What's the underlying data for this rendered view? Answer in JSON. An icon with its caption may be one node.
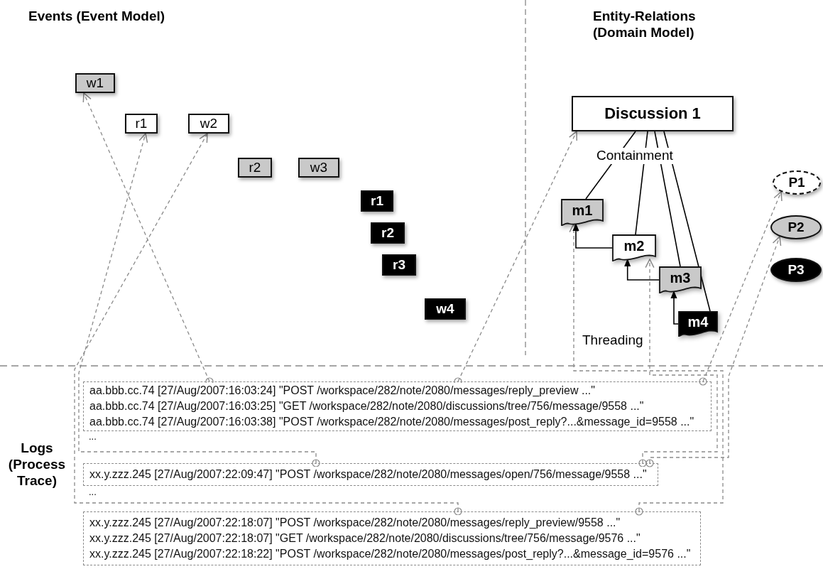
{
  "diagram": {
    "nodes": [
      {
        "text": [
          "w1"
        ]
      },
      {
        "text": [
          "r1"
        ]
      },
      {
        "text": [
          "w2"
        ]
      },
      {
        "text": [
          "r2"
        ]
      },
      {
        "text": [
          "w3"
        ]
      },
      {
        "text": [
          "r1"
        ]
      },
      {
        "text": [
          "r2"
        ]
      },
      {
        "text": [
          "r3"
        ]
      },
      {
        "text": [
          "w4"
        ]
      },
      {
        "text": [
          "Discussion 1"
        ]
      },
      {
        "text": [
          "m1"
        ]
      },
      {
        "text": [
          "m2"
        ]
      },
      {
        "text": [
          "m3"
        ]
      },
      {
        "text": [
          "m4"
        ]
      },
      {
        "text": [
          "P1"
        ]
      },
      {
        "text": [
          "P2"
        ]
      },
      {
        "text": [
          "P3"
        ]
      },
      {
        "text": [
          "aa.bbb.cc.74 [27/Aug/2007:16:03:24] \"POST /workspace/282/note/2080/messages/reply_preview ...\"",
          "aa.bbb.cc.74 [27/Aug/2007:16:03:25] \"GET /workspace/282/note/2080/discussions/tree/756/message/9558 ...\"",
          "aa.bbb.cc.74 [27/Aug/2007:16:03:38] \"POST /workspace/282/note/2080/messages/post_reply?...&message_id=9558 ...\""
        ]
      },
      {
        "text": [
          "xx.y.zzz.245 [27/Aug/2007:22:09:47] \"POST /workspace/282/note/2080/messages/open/756/message/9558 ...\""
        ]
      },
      {
        "text": [
          "xx.y.zzz.245 [27/Aug/2007:22:18:07] \"POST /workspace/282/note/2080/messages/reply_preview/9558 ...\"",
          "xx.y.zzz.245 [27/Aug/2007:22:18:07] \"GET /workspace/282/note/2080/discussions/tree/756/message/9576 ...\"",
          "xx.y.zzz.245 [27/Aug/2007:22:18:22] \"POST /workspace/282/note/2080/messages/post_reply?...&message_id=9576 ...\""
        ]
      }
    ],
    "edges": [
      {
        "from": 17,
        "to": 0,
        "arrow": "to",
        "style": "dashed"
      },
      {
        "from": 18,
        "to": 1,
        "arrow": "to",
        "style": "dashed"
      },
      {
        "from": 19,
        "to": 2,
        "arrow": "to",
        "style": "dashed"
      },
      {
        "from": 17,
        "to": 9,
        "arrow": "to",
        "style": "dashed"
      },
      {
        "from": 19,
        "to": 10,
        "arrow": "to",
        "style": "dashed"
      },
      {
        "from": 18,
        "to": 11,
        "arrow": "to",
        "style": "dashed"
      },
      {
        "from": 17,
        "to": 14,
        "arrow": "to",
        "style": "dashed"
      },
      {
        "from": 18,
        "to": 15,
        "arrow": "to",
        "style": "dashed"
      },
      {
        "from": 9,
        "to": 10,
        "arrow": "none",
        "color": "#000000"
      },
      {
        "from": 9,
        "to": 11,
        "arrow": "none",
        "color": "#000000"
      },
      {
        "from": 9,
        "to": 12,
        "arrow": "none",
        "color": "#000000"
      },
      {
        "from": 9,
        "to": 13,
        "arrow": "none",
        "color": "#000000"
      },
      {
        "from": 11,
        "to": 10,
        "arrow": "to",
        "color": "#000000"
      },
      {
        "from": 12,
        "to": 11,
        "arrow": "to",
        "color": "#000000"
      },
      {
        "from": 13,
        "to": 12,
        "arrow": "to",
        "color": "#000000"
      }
    ],
    "labels": [
      "Events (Event Model)",
      "Entity-Relations (Domain Model)",
      "Containment",
      "Threading",
      "Logs (Process Trace)",
      "...",
      "..."
    ]
  }
}
